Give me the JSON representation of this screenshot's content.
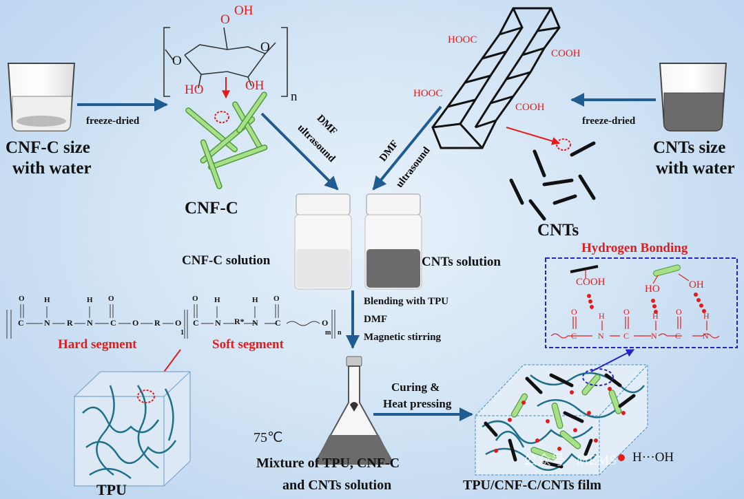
{
  "cellulose": {
    "oh_top": "O",
    "oh_top2": "OH",
    "ho_left": "HO",
    "oh_right": "OH",
    "o_ring": "O",
    "o_link": "O",
    "n_sub": "n"
  },
  "cnt": {
    "hooc1": "HOOC",
    "cooh1": "COOH",
    "hooc2": "HOOC",
    "cooh2": "COOH"
  },
  "left_beaker": {
    "line1": "CNF-C size",
    "line2": "with water",
    "arrow": "freeze-dried"
  },
  "right_beaker": {
    "line1": "CNTs size",
    "line2": "with water",
    "arrow": "freeze-dried"
  },
  "cnfc_label": "CNF-C",
  "cnts_label": "CNTs",
  "dmf_left": {
    "a": "DMF",
    "b": "ultrasound"
  },
  "dmf_right": {
    "a": "DMF",
    "b": "ultrasound"
  },
  "vial_left_label": "CNF-C solution",
  "vial_right_label": "CNTs solution",
  "hbond": {
    "title": "Hydrogen Bonding",
    "cooh": "COOH",
    "ho": "HO",
    "oh": "OH",
    "o": "O",
    "h": "H",
    "n": "N",
    "c": "C"
  },
  "blend": {
    "l1": "Blending with TPU",
    "l2": "DMF",
    "l3": "Magnetic stirring"
  },
  "tpu_chain": {
    "c": "C",
    "o": "O",
    "n": "N",
    "h": "H",
    "r": "R",
    "rstar": "R*",
    "sub1": "1",
    "subm": "m",
    "subn": "n"
  },
  "hard_segment": "Hard segment",
  "soft_segment": "Soft segment",
  "tpu_label": "TPU",
  "curing": {
    "l1": "Curing &",
    "l2": "Heat pressing"
  },
  "temp": "75℃",
  "mixture": {
    "l1": "Mixture of TPU, CNF-C",
    "l2": "and CNTs solution"
  },
  "film_label": "TPU/CNF-C/CNTs film",
  "legend": "H···OH",
  "watermark": "公众号 · MEMS",
  "colors": {
    "arrow": "#1f5c91",
    "red": "#e41b1b",
    "green": "#7ed05a",
    "chain": "#1e6f8a"
  }
}
